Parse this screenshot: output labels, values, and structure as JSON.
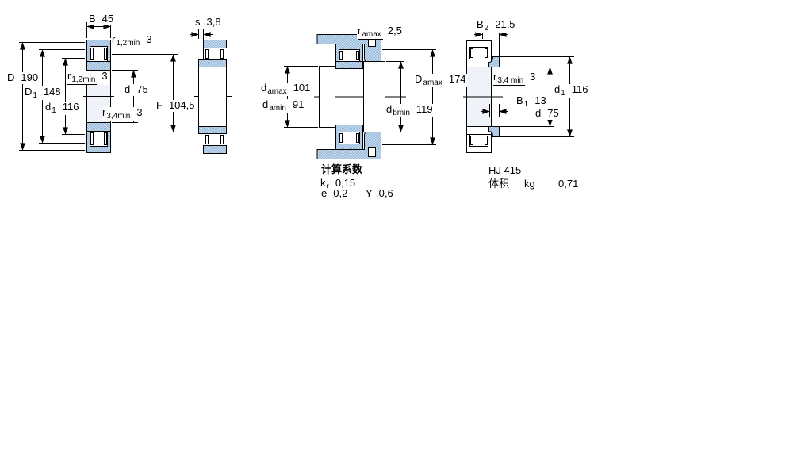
{
  "colors": {
    "part_fill_light": "#c3d7ea",
    "part_fill_dot": "#9cbddd",
    "line": "#000000",
    "background": "#ffffff",
    "bore_tint": "#eff3f9"
  },
  "diagram1": {
    "name": "bearing front cross-section",
    "dims": {
      "B": {
        "main": "B",
        "value": "45"
      },
      "r12_top": {
        "main": "r",
        "sub": "1,2min",
        "value": "3"
      },
      "D": {
        "main": "D",
        "value": "190"
      },
      "D1": {
        "main": "D",
        "sub": "1",
        "value": "148"
      },
      "d1": {
        "main": "d",
        "sub": "1",
        "value": "116"
      },
      "r12_mid": {
        "main": "r",
        "sub": "1,2min",
        "value": "3"
      },
      "d": {
        "main": "d",
        "value": "75"
      },
      "r34": {
        "main": "r",
        "sub": "3,4min",
        "value": "3"
      },
      "F": {
        "main": "F",
        "value": "104,5"
      }
    }
  },
  "diagram2": {
    "name": "bearing side cross-section",
    "dims": {
      "s": {
        "main": "s",
        "value": "3,8"
      }
    }
  },
  "diagram3": {
    "name": "mounting dimensions section",
    "dims": {
      "r_amax": {
        "main": "r",
        "sub": "amax",
        "value": "2,5"
      },
      "d_amax": {
        "main": "d",
        "sub": "amax",
        "value": "101"
      },
      "d_amin": {
        "main": "d",
        "sub": "amin",
        "value": "91"
      },
      "D_amax": {
        "main": "D",
        "sub": "amax",
        "value": "174"
      },
      "d_bmin": {
        "main": "d",
        "sub": "bmin",
        "value": "119"
      }
    },
    "calculation_factors": {
      "title": "计算系数",
      "kr": {
        "main": "k",
        "sub": "r",
        "value": "0,15"
      },
      "e": {
        "main": "e",
        "value": "0,2"
      },
      "Y": {
        "main": "Y",
        "value": "0,6"
      }
    }
  },
  "diagram4": {
    "name": "angle ring HJ cross-section",
    "dims": {
      "B2": {
        "main": "B",
        "sub": "2",
        "value": "21,5"
      },
      "r34": {
        "main": "r",
        "sub": "3,4 min",
        "value": "3"
      },
      "B1": {
        "main": "B",
        "sub": "1",
        "value": "13"
      },
      "d1": {
        "main": "d",
        "sub": "1",
        "value": "116"
      },
      "d": {
        "main": "d",
        "value": "75"
      }
    },
    "product": {
      "designation": "HJ 415",
      "mass_label": "体积",
      "mass_unit": "kg",
      "mass_value": "0,71"
    }
  }
}
